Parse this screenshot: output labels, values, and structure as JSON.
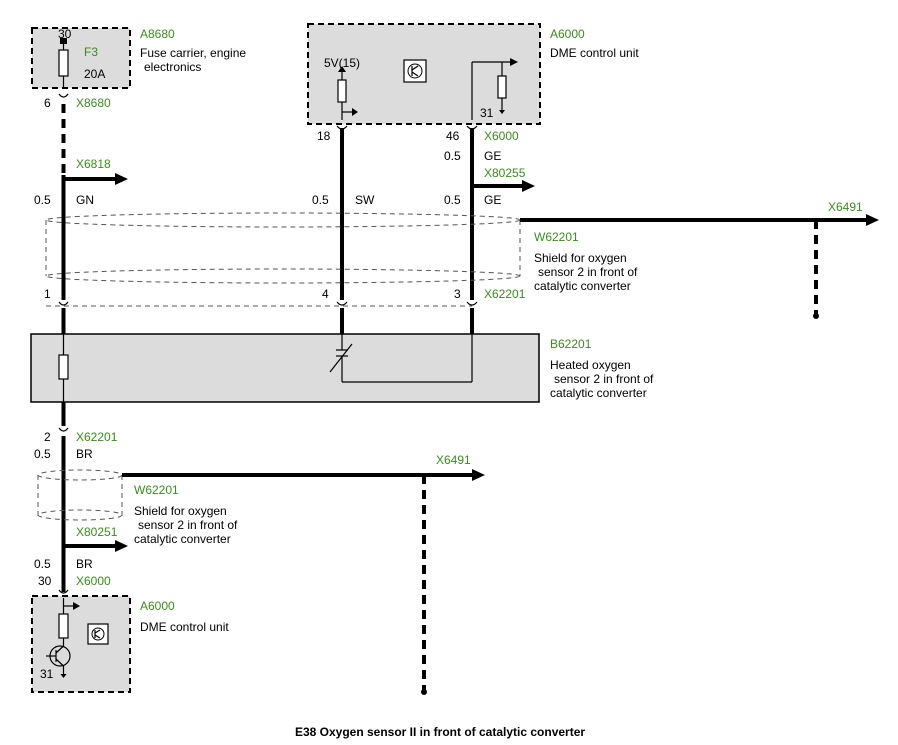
{
  "title": "E38 Oxygen sensor II in front of catalytic converter",
  "fuse_carrier": {
    "id": "A8680",
    "desc1": "Fuse carrier, engine",
    "desc2": "electronics",
    "fuse": "F3",
    "rating": "20A",
    "pin_top": "30",
    "pin_bottom": "6",
    "connector": "X8680"
  },
  "dme_top": {
    "id": "A6000",
    "desc": "DME control unit",
    "supply": "5V(15)",
    "ground_pin": "31",
    "pin_sw": "18",
    "pin_ge": "46",
    "connector": "X6000"
  },
  "wires": {
    "ge_size_1": "0.5",
    "ge_color_1": "GE",
    "splice_ge": "X80255",
    "splice_gn": "X6818",
    "gn_size": "0.5",
    "gn_color": "GN",
    "sw_size": "0.5",
    "sw_color": "SW",
    "ge_size_2": "0.5",
    "ge_color_2": "GE"
  },
  "shield_top": {
    "id": "W62201",
    "desc1": "Shield for oxygen",
    "desc2": "sensor 2 in front of",
    "desc3": "catalytic converter",
    "ground_connector": "X6491"
  },
  "sensor_connector": {
    "pin1": "1",
    "pin4": "4",
    "pin3": "3",
    "connector": "X62201",
    "pin2": "2"
  },
  "sensor": {
    "id": "B62201",
    "desc1": "Heated oxygen",
    "desc2": "sensor 2 in front of",
    "desc3": "catalytic converter"
  },
  "lower": {
    "connector": "X62201",
    "br_size_1": "0.5",
    "br_color_1": "BR",
    "shield_id": "W62201",
    "shield_desc1": "Shield for oxygen",
    "shield_desc2": "sensor 2 in front of",
    "shield_desc3": "catalytic converter",
    "shield_ground": "X6491",
    "splice": "X80251",
    "br_size_2": "0.5",
    "br_color_2": "BR",
    "pin_30": "30",
    "dme_connector": "X6000"
  },
  "dme_bottom": {
    "id": "A6000",
    "desc": "DME control unit",
    "ground_pin": "31"
  }
}
